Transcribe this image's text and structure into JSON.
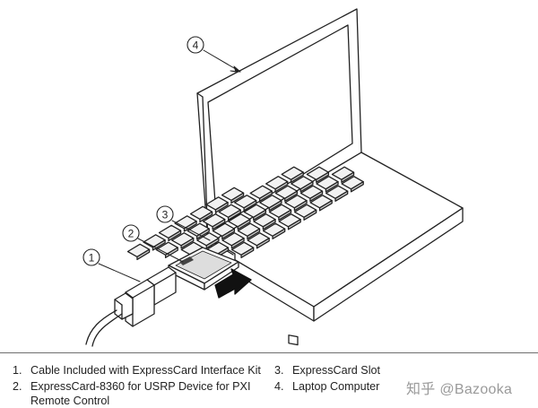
{
  "callouts": [
    "1",
    "2",
    "3",
    "4"
  ],
  "legend": {
    "left": [
      {
        "num": "1.",
        "text": "Cable Included with ExpressCard Interface Kit"
      },
      {
        "num": "2.",
        "text": "ExpressCard-8360 for USRP Device for PXI Remote Control"
      }
    ],
    "right": [
      {
        "num": "3.",
        "text": "ExpressCard Slot"
      },
      {
        "num": "4.",
        "text": "Laptop Computer"
      }
    ]
  },
  "watermark": "知乎 @Bazooka",
  "colors": {
    "line": "#222222",
    "key_fill": "#f2f2f2",
    "arrow": "#111111"
  }
}
